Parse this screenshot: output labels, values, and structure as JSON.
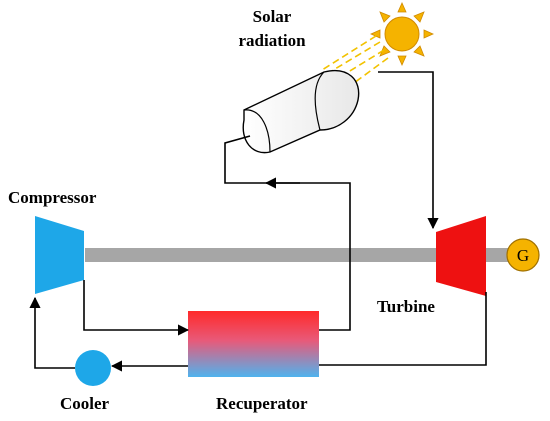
{
  "labels": {
    "solar_line1": "Solar",
    "solar_line2": "radiation",
    "compressor": "Compressor",
    "turbine": "Turbine",
    "cooler": "Cooler",
    "recuperator": "Recuperator",
    "generator": "G"
  },
  "colors": {
    "compressor": "#1ea7e8",
    "turbine": "#ee1111",
    "shaft": "#a6a6a6",
    "sun": "#f5b300",
    "generator": "#f5b300",
    "cooler": "#1ea7e8",
    "recuperator_hot": "#ff2a2a",
    "recuperator_cold": "#4fb3ee",
    "solar_rays": "#f2c200",
    "lines": "#000000"
  },
  "icons": {
    "sun": "sun-icon",
    "collector": "parabolic-trough-collector-icon",
    "generator": "generator-icon"
  }
}
